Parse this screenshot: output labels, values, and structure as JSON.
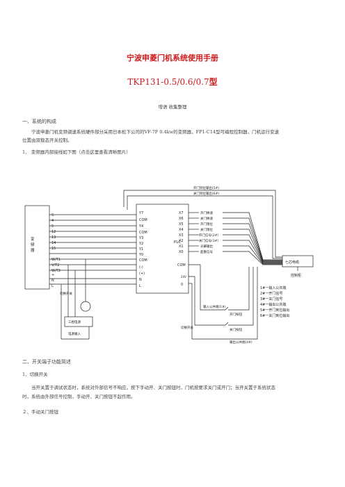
{
  "doc": {
    "title": "宁波申菱门机系统使用手册",
    "model_prefix": "TKP131-0.5/0.6/0.7",
    "model_suffix": "型",
    "compiler": "增语  收集整理",
    "s1_heading": "一、系统的构成",
    "s1_para_line1": "宁波申菱门机变频调速系统硬件部分采用日本松下公司的VF-7F 0.4kw的变频器，FP1-C14型可编程控制器，门机运行变速",
    "s1_para_line2": "位置由双稳态开关控制。",
    "s1_item1": "1、  变频器内部接线如下图（点击这里查看清晰图片）",
    "s2_heading": "二、开关端子功能简述",
    "s2_item1": "1、切换开关",
    "s2_para_line1": "当开关置于调试状态时，系统对外部信号不响应，按下手动开、关门按钮时，门机按要求关门或开门；当开关置于系统状态",
    "s2_para_line2": "时，系统由外部信号控制，手动开、关门按钮不起作用。",
    "s2_item2": "２、手动关门按钮"
  },
  "diagram": {
    "inverter_label": [
      "变",
      "频",
      "器"
    ],
    "inverter_terminals": [
      "S",
      "4",
      "5",
      "12",
      "13",
      "14",
      "15",
      "W/T1",
      "V/T2",
      "W/T3",
      "+",
      "N",
      "L"
    ],
    "plc_label": "PLC",
    "plc_left": [
      "Y7",
      "COM",
      "Y4",
      "COM",
      "Y3",
      "Y2",
      "Y1",
      "Y0",
      "COM",
      "(-)",
      "(+)",
      "N",
      "L"
    ],
    "plc_right": [
      "X7",
      "X6",
      "X5",
      "X4",
      "X3",
      "X2",
      "X1",
      "X0",
      "COM",
      "",
      "24V",
      "0"
    ],
    "signals": [
      "开门换速",
      "关门换速",
      "开门限位",
      "关门限位",
      "开门信号(2#)",
      "关门信号(3#)",
      "光幕输出",
      "超重信号"
    ],
    "top_wires": [
      "开门到位输出(5#)",
      "关门到位输出(6#)"
    ],
    "seven_core": "七芯电缆",
    "control_box": "控制柜",
    "switch_label": "切换开关",
    "breaker_label": "切换开关",
    "motor_box": "三相电源",
    "power_input": "电源输入",
    "input_common": "输入公共端(1#)",
    "open_button": "开门按钮",
    "close_button": "关门按钮",
    "output_common": "输出公共端(4#)",
    "legend": [
      "1#一输入公共端",
      "2#一开门信号",
      "3#一关门信号",
      "4#一输出公共端",
      "5#一开门到位输出",
      "6#一关门到位输出"
    ]
  }
}
